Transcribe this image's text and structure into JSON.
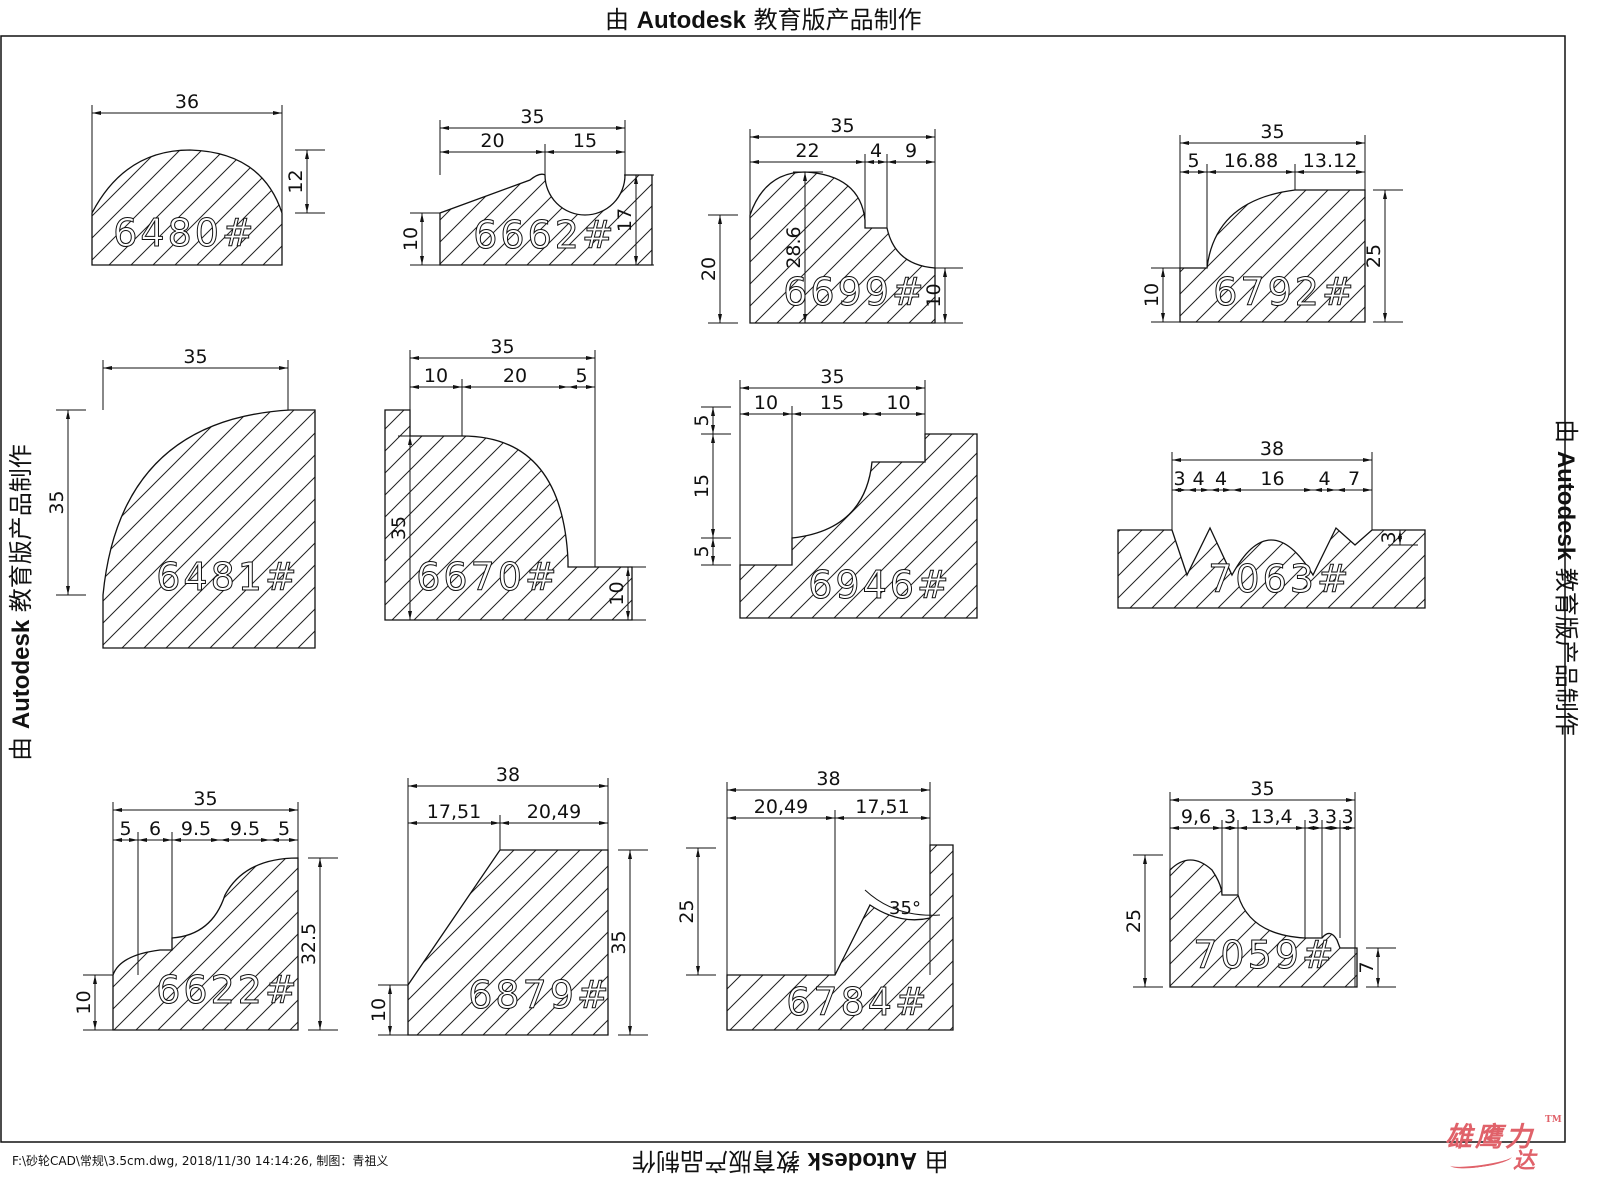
{
  "watermark": {
    "prefix": "由 ",
    "brand": "Autodesk",
    "suffix": " 教育版产品制作"
  },
  "footer": "F:\\砂轮CAD\\常规\\3.5cm.dwg, 2018/11/30 14:14:26, 制图：青祖义",
  "logo": {
    "line1": "雄鹰力",
    "line2": "达",
    "tm": "TM"
  },
  "profiles": [
    {
      "label": "6480#",
      "dims": [
        "36",
        "12"
      ]
    },
    {
      "label": "6662#",
      "dims": [
        "35",
        "20",
        "15",
        "10",
        "17"
      ]
    },
    {
      "label": "6699#",
      "dims": [
        "35",
        "22",
        "4",
        "9",
        "20",
        "28.6",
        "10"
      ]
    },
    {
      "label": "6792#",
      "dims": [
        "35",
        "5",
        "16.88",
        "13.12",
        "10",
        "25"
      ]
    },
    {
      "label": "6481#",
      "dims": [
        "35",
        "35"
      ]
    },
    {
      "label": "6670#",
      "dims": [
        "35",
        "10",
        "20",
        "5",
        "35",
        "10"
      ]
    },
    {
      "label": "6946#",
      "dims": [
        "35",
        "10",
        "15",
        "10",
        "5",
        "15",
        "5"
      ]
    },
    {
      "label": "7063#",
      "dims": [
        "38",
        "3",
        "4",
        "4",
        "16",
        "4",
        "7",
        "3"
      ]
    },
    {
      "label": "6622#",
      "dims": [
        "35",
        "5",
        "6",
        "9.5",
        "9.5",
        "5",
        "10",
        "32.5"
      ]
    },
    {
      "label": "6879#",
      "dims": [
        "38",
        "17,51",
        "20,49",
        "10",
        "35"
      ]
    },
    {
      "label": "6784#",
      "dims": [
        "38",
        "20,49",
        "17,51",
        "25",
        "35°"
      ]
    },
    {
      "label": "7059#",
      "dims": [
        "35",
        "9,6",
        "3",
        "13,4",
        "3",
        "3",
        "3",
        "25",
        "7"
      ]
    }
  ]
}
